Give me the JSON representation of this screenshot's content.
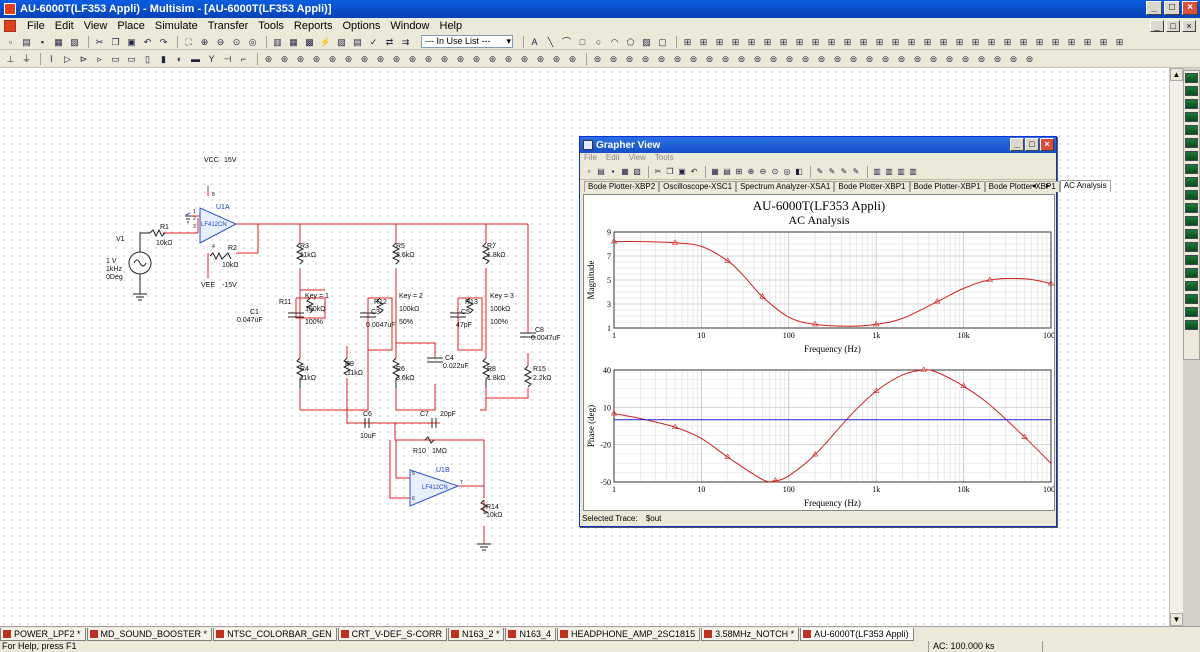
{
  "window": {
    "title": "AU-6000T(LF353 Appli) - Multisim - [AU-6000T(LF353 Appli)]",
    "minimize": "_",
    "maximize": "□",
    "close": "×"
  },
  "menu": [
    "File",
    "Edit",
    "View",
    "Place",
    "Simulate",
    "Transfer",
    "Tools",
    "Reports",
    "Options",
    "Window",
    "Help"
  ],
  "toolbar": {
    "in_use_list": "--- In Use List ---"
  },
  "schematic": {
    "labels": [
      {
        "id": "vcc",
        "text": "VCC"
      },
      {
        "id": "vcc_v",
        "text": "15V"
      },
      {
        "id": "u1a",
        "text": "U1A"
      },
      {
        "id": "u1a_p",
        "text": "LF412CN"
      },
      {
        "id": "vee",
        "text": "VEE"
      },
      {
        "id": "vee_v",
        "text": "-15V"
      },
      {
        "id": "r1",
        "text": "R1"
      },
      {
        "id": "r1_v",
        "text": "10kΩ"
      },
      {
        "id": "r2",
        "text": "R2"
      },
      {
        "id": "r2_v",
        "text": "10kΩ"
      },
      {
        "id": "v1",
        "text": "V1"
      },
      {
        "id": "v1_a",
        "text": "1 V"
      },
      {
        "id": "v1_f",
        "text": "1kHz"
      },
      {
        "id": "v1_d",
        "text": "0Deg"
      },
      {
        "id": "r3",
        "text": "R3"
      },
      {
        "id": "r3_v",
        "text": "11kΩ"
      },
      {
        "id": "r5",
        "text": "R5"
      },
      {
        "id": "r5_v",
        "text": "3.6kΩ"
      },
      {
        "id": "r7",
        "text": "R7"
      },
      {
        "id": "r7_v",
        "text": "1.8kΩ"
      },
      {
        "id": "r11",
        "text": "R11"
      },
      {
        "id": "r11_k",
        "text": "Key = 1"
      },
      {
        "id": "r11_v",
        "text": "100kΩ"
      },
      {
        "id": "r11_p",
        "text": "100%"
      },
      {
        "id": "r12",
        "text": "R12"
      },
      {
        "id": "r12_k",
        "text": "Key = 2"
      },
      {
        "id": "r12_v",
        "text": "100kΩ"
      },
      {
        "id": "r12_p",
        "text": "50%"
      },
      {
        "id": "r13",
        "text": "R13"
      },
      {
        "id": "r13_k",
        "text": "Key = 3"
      },
      {
        "id": "r13_v",
        "text": "100kΩ"
      },
      {
        "id": "r13_p",
        "text": "100%"
      },
      {
        "id": "c1",
        "text": "C1"
      },
      {
        "id": "c1_v",
        "text": "0.047uF"
      },
      {
        "id": "c3",
        "text": "C3"
      },
      {
        "id": "c3_v",
        "text": "0.0047uF"
      },
      {
        "id": "c5",
        "text": "C5"
      },
      {
        "id": "c5_v",
        "text": "47pF"
      },
      {
        "id": "c8",
        "text": "C8"
      },
      {
        "id": "c8_v",
        "text": "0.0047uF"
      },
      {
        "id": "c4",
        "text": "C4"
      },
      {
        "id": "c4_v",
        "text": "0.022uF"
      },
      {
        "id": "r9",
        "text": "R9"
      },
      {
        "id": "r9_v",
        "text": "11kΩ"
      },
      {
        "id": "r4",
        "text": "R4"
      },
      {
        "id": "r4_v",
        "text": "11kΩ"
      },
      {
        "id": "r6",
        "text": "R6"
      },
      {
        "id": "r6_v",
        "text": "3.6kΩ"
      },
      {
        "id": "r8",
        "text": "R8"
      },
      {
        "id": "r8_v",
        "text": "1.8kΩ"
      },
      {
        "id": "r15",
        "text": "R15"
      },
      {
        "id": "r15_v",
        "text": "2.2kΩ"
      },
      {
        "id": "c6",
        "text": "C6"
      },
      {
        "id": "c6_v",
        "text": "10uF"
      },
      {
        "id": "c7",
        "text": "C7"
      },
      {
        "id": "c7_v",
        "text": "20pF"
      },
      {
        "id": "r10",
        "text": "R10"
      },
      {
        "id": "r10_v",
        "text": "1MΩ"
      },
      {
        "id": "u1b",
        "text": "U1B"
      },
      {
        "id": "u1b_p",
        "text": "LF412CN"
      },
      {
        "id": "r14",
        "text": "R14"
      },
      {
        "id": "r14_v",
        "text": "10kΩ"
      },
      {
        "id": "pin1",
        "text": "1"
      },
      {
        "id": "pin2",
        "text": "2"
      },
      {
        "id": "pin3",
        "text": "3"
      },
      {
        "id": "pin4",
        "text": "4"
      },
      {
        "id": "pin8",
        "text": "8"
      },
      {
        "id": "pin5",
        "text": "5"
      },
      {
        "id": "pin6",
        "text": "6"
      },
      {
        "id": "pin7",
        "text": "7"
      }
    ]
  },
  "grapher": {
    "title": "Grapher View",
    "menu": [
      "File",
      "Edit",
      "View",
      "Tools"
    ],
    "tabs": [
      "Bode Plotter-XBP2",
      "Oscilloscope-XSC1",
      "Spectrum Analyzer-XSA1",
      "Bode Plotter-XBP1",
      "Bode Plotter-XBP1",
      "Bode Plotter-XBP1",
      "AC Analysis"
    ],
    "tab_arrows": "◂ ▸",
    "status_label": "Selected Trace:",
    "status_value": "$out"
  },
  "chart_data": [
    {
      "type": "line",
      "title": "AU-6000T(LF353 Appli)",
      "subtitle": "AC Analysis",
      "xlabel": "Frequency (Hz)",
      "ylabel": "Magnitude",
      "xscale": "log",
      "xlim": [
        1,
        100000
      ],
      "ylim": [
        1,
        9
      ],
      "xticks": [
        "1",
        "10",
        "100",
        "1k",
        "10k",
        "100k"
      ],
      "yticks": [
        "1",
        "3",
        "5",
        "7",
        "9"
      ],
      "grid": true,
      "series": [
        {
          "color": "#d02020",
          "x": [
            1,
            2,
            5,
            10,
            20,
            30,
            50,
            100,
            200,
            500,
            1000,
            2000,
            5000,
            10000,
            20000,
            50000,
            100000
          ],
          "y": [
            8.2,
            8.2,
            8.1,
            7.8,
            6.6,
            5.4,
            3.6,
            1.9,
            1.3,
            1.15,
            1.3,
            1.8,
            3.2,
            4.3,
            5.0,
            5.1,
            4.7
          ]
        }
      ]
    },
    {
      "type": "line",
      "xlabel": "Frequency (Hz)",
      "ylabel": "Phase (deg)",
      "xscale": "log",
      "xlim": [
        1,
        100000
      ],
      "ylim": [
        -50,
        40
      ],
      "xticks": [
        "1",
        "10",
        "100",
        "1k",
        "10k",
        "100k"
      ],
      "yticks": [
        "-50",
        "-20",
        "10",
        "40"
      ],
      "grid": true,
      "series": [
        {
          "color": "#d02020",
          "x": [
            1,
            2,
            5,
            10,
            20,
            50,
            70,
            100,
            200,
            500,
            1000,
            2000,
            3500,
            5000,
            10000,
            20000,
            50000,
            100000
          ],
          "y": [
            5,
            1,
            -6,
            -15,
            -30,
            -48,
            -49,
            -45,
            -28,
            3,
            23,
            36,
            40,
            38,
            27,
            12,
            -14,
            -35
          ]
        },
        {
          "color": "#2020d0",
          "x": [
            1,
            100000
          ],
          "y": [
            0,
            0
          ]
        }
      ]
    }
  ],
  "circuit_tabs": [
    "POWER_LPF2 *",
    "MD_SOUND_BOOSTER *",
    "NTSC_COLORBAR_GEN",
    "CRT_V-DEF_S-CORR",
    "N163_2 *",
    "N163_4",
    "HEADPHONE_AMP_2SC1815",
    "3.58MHz_NOTCH *",
    "AU-6000T(LF353 Appli)"
  ],
  "status": {
    "help": "For Help, press F1",
    "ac": "AC: 100.000 ks"
  }
}
